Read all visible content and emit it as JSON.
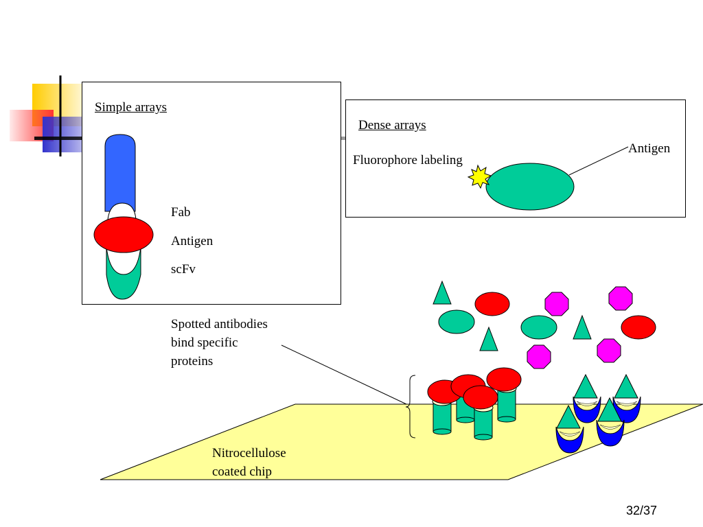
{
  "simple_arrays": {
    "title": "Simple arrays",
    "labels": {
      "fab": "Fab",
      "antigen": "Antigen",
      "scfv": "scFv"
    }
  },
  "dense_arrays": {
    "title": "Dense arrays",
    "fluorophore_label": "Fluorophore labeling",
    "antigen_label": "Antigen"
  },
  "spotted_text": "Spotted antibodies bind specific proteins",
  "chip_text": "Nitrocellulose coated chip",
  "slide_number": "32/37",
  "colors": {
    "blue": "#3366ff",
    "red": "#ff0000",
    "teal": "#00cc99",
    "magenta": "#ff00ff",
    "dark_blue": "#0000ff",
    "yellow_chip": "#ffff99",
    "deco_yellow": "#ffcc00",
    "deco_blue": "#3333cc",
    "deco_red": "#ff3333"
  }
}
